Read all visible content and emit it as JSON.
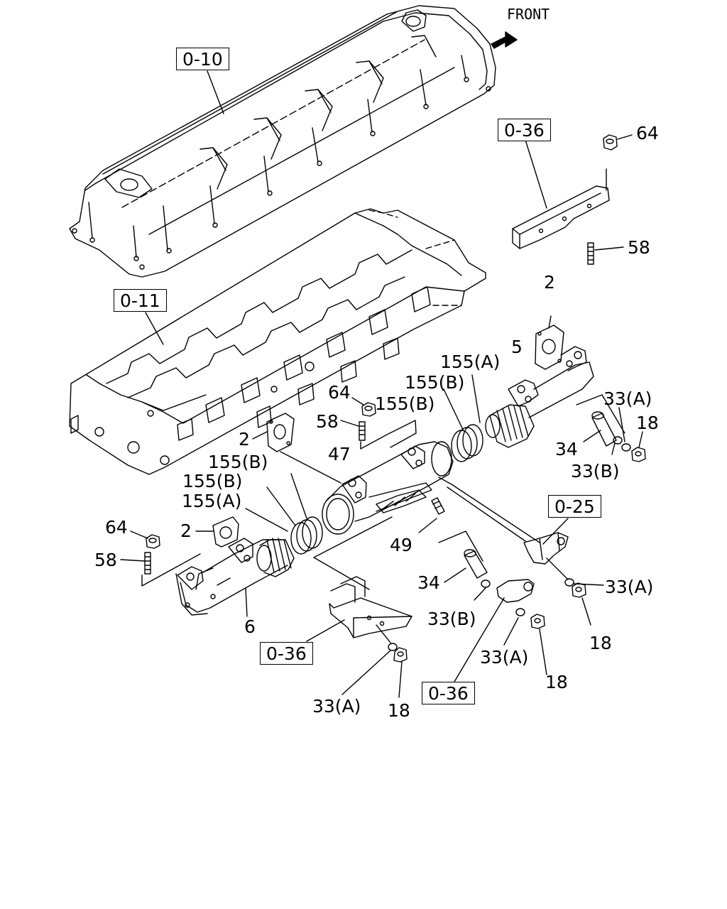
{
  "header": {
    "front_label": "FRONT"
  },
  "refs": {
    "r0_10": "0-10",
    "r0_11": "0-11",
    "r0_36_top": "0-36",
    "r0_25": "0-25",
    "r0_36_mid": "0-36",
    "r0_36_bottom": "0-36"
  },
  "callouts": {
    "c64_top": "64",
    "c58_top": "58",
    "c2_top": "2",
    "c5": "5",
    "c155a_top": "155(A)",
    "c155b_top": "155(B)",
    "c155b_mid": "155(B)",
    "c64_mid": "64",
    "c58_mid": "58",
    "c2_mid": "2",
    "c47": "47",
    "c33a_right": "33(A)",
    "c18_right": "18",
    "c34_right": "34",
    "c33b_right": "33(B)",
    "c155b_left": "155(B)",
    "c155a_left": "155(A)",
    "c64_left": "64",
    "c2_left": "2",
    "c58_left": "58",
    "c49": "49",
    "c34_mid": "34",
    "c33b_mid": "33(B)",
    "c33a_br": "33(A)",
    "c18_br": "18",
    "c6": "6",
    "c33a_mid": "33(A)",
    "c18_mid": "18",
    "c33a_bottom": "33(A)",
    "c18_bottom": "18"
  }
}
